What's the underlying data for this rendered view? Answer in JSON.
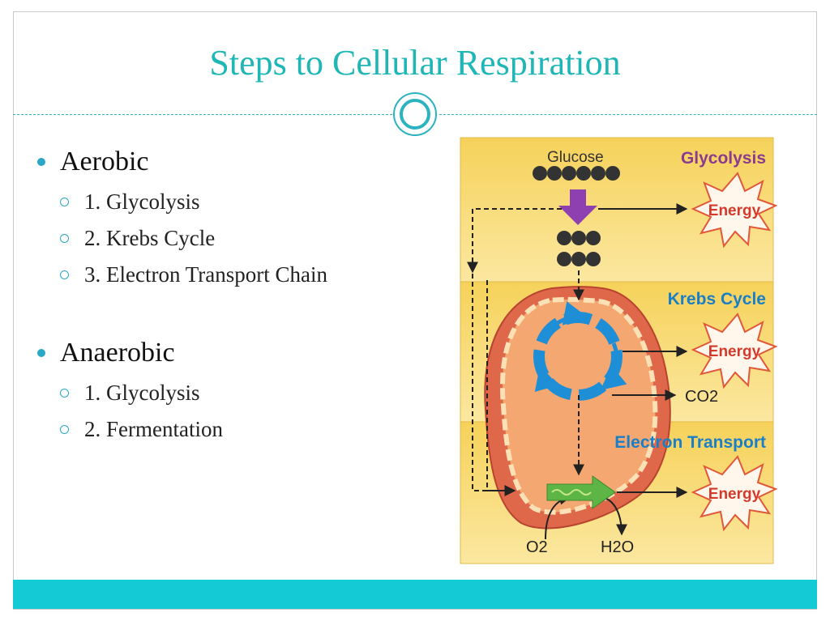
{
  "slide": {
    "title": "Steps to Cellular Respiration",
    "sections": [
      {
        "heading": "Aerobic",
        "items": [
          "1. Glycolysis",
          "2. Krebs Cycle",
          "3. Electron Transport Chain"
        ]
      },
      {
        "heading": "Anaerobic",
        "items": [
          "1. Glycolysis",
          "2. Fermentation"
        ]
      }
    ]
  },
  "diagram": {
    "glucose_label": "Glucose",
    "stage_labels": [
      "Glycolysis",
      "Krebs Cycle",
      "Electron Transport"
    ],
    "energy_label": "Energy",
    "co2_label": "CO2",
    "o2_label": "O2",
    "h2o_label": "H2O"
  },
  "colors": {
    "accent": "#1fb6b6",
    "bottom_bar": "#14cbd5",
    "stage_label": "#1a7fc6",
    "glycolysis_label": "#8b3b8e",
    "energy_text": "#d43a2c"
  }
}
